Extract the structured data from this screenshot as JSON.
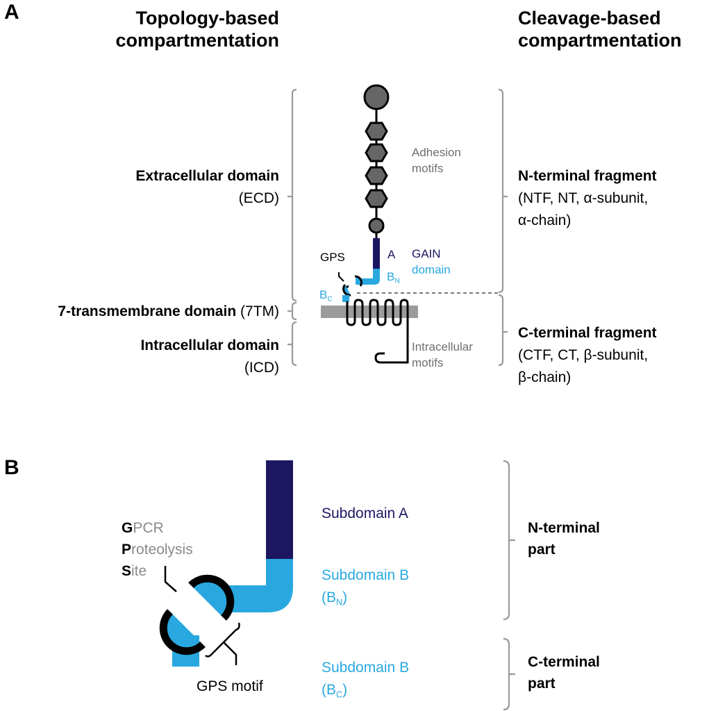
{
  "panelA": {
    "label": "A",
    "left_heading": [
      "Topology-based",
      "compartmentation"
    ],
    "right_heading": [
      "Cleavage-based",
      "compartmentation"
    ],
    "topology": {
      "ecd": {
        "name": "Extracellular domain",
        "abbr": "(ECD)"
      },
      "tm": {
        "name": "7-transmembrane domain",
        "abbr": "(7TM)"
      },
      "icd": {
        "name": "Intracellular domain",
        "abbr": "(ICD)"
      }
    },
    "cleavage": {
      "ntf": {
        "name": "N-terminal fragment",
        "aliases": [
          "(NTF, NT, α-subunit,",
          "α-chain)"
        ]
      },
      "ctf": {
        "name": "C-terminal fragment",
        "aliases": [
          "(CTF, CT, β-subunit,",
          "β-chain)"
        ]
      }
    },
    "diagram_labels": {
      "adhesion": [
        "Adhesion",
        "motifs"
      ],
      "intracellular": [
        "Intracellular",
        "motifs"
      ],
      "gps": "GPS",
      "a": "A",
      "gain": [
        "GAIN",
        "domain"
      ],
      "bn_base": "B",
      "bn_sub": "N",
      "bc_base": "B",
      "bc_sub": "C"
    }
  },
  "panelB": {
    "label": "B",
    "gps_acronym": [
      {
        "initial": "G",
        "rest": "PCR"
      },
      {
        "initial": "P",
        "rest": "roteolysis"
      },
      {
        "initial": "S",
        "rest": "ite"
      }
    ],
    "gps_motif": "GPS motif",
    "subdomain_a": "Subdomain A",
    "subdomain_bn": {
      "line1": "Subdomain B",
      "open": "(B",
      "sub": "N",
      "close": ")"
    },
    "subdomain_bc": {
      "line1": "Subdomain B",
      "open": "(B",
      "sub": "C",
      "close": ")"
    },
    "n_part": [
      "N-terminal",
      "part"
    ],
    "c_part": [
      "C-terminal",
      "part"
    ]
  },
  "colors": {
    "navy": "#1c1760",
    "cyan": "#29a8e0",
    "motif_grey": "#666666",
    "membrane": "#9b9b9b",
    "bracket": "#9a9a9a"
  }
}
